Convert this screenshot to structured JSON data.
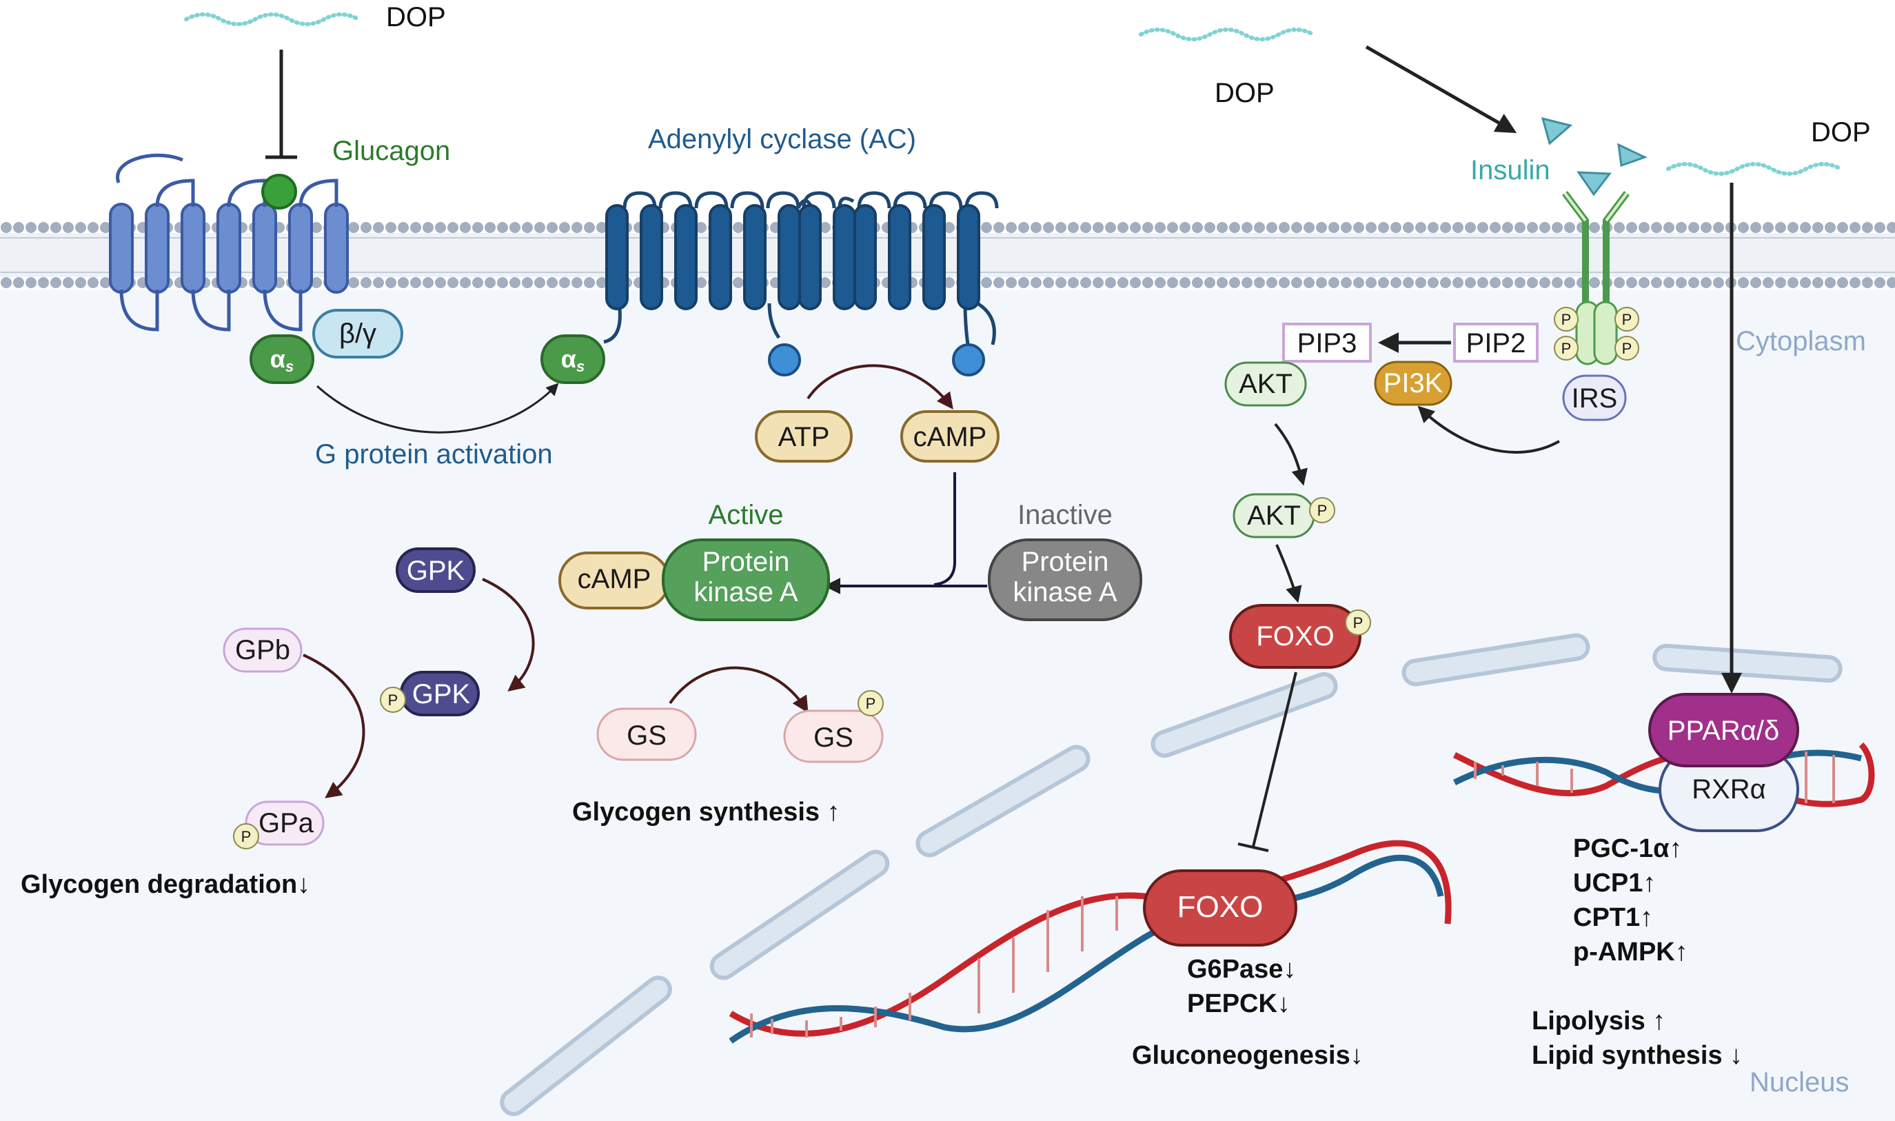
{
  "labels": {
    "dop_top_left": "DOP",
    "dop_top_mid": "DOP",
    "dop_top_right": "DOP",
    "glucagon": "Glucagon",
    "adenylyl_cyclase": "Adenylyl cyclase (AC)",
    "insulin": "Insulin",
    "cytoplasm": "Cytoplasm",
    "nucleus": "Nucleus",
    "g_protein_activation": "G protein activation",
    "active": "Active",
    "inactive": "Inactive",
    "beta_gamma": "β/γ",
    "alpha_s_symbol": "α",
    "alpha_s_sub": "s",
    "atp": "ATP",
    "camp": "cAMP",
    "camp_bound": "cAMP",
    "pka_line1": "Protein",
    "pka_line2": "kinase A",
    "gpk": "GPK",
    "gpb": "GPb",
    "gpa": "GPa",
    "gs": "GS",
    "p": "P",
    "pip3": "PIP3",
    "pip2": "PIP2",
    "akt": "AKT",
    "pi3k": "PI3K",
    "irs": "IRS",
    "foxo": "FOXO",
    "ppar": "PPARα/δ",
    "rxr": "RXRα"
  },
  "outcomes": {
    "glycogen_degradation": "Glycogen degradation↓",
    "glycogen_synthesis": "Glycogen synthesis ↑",
    "g6pase": "G6Pase↓",
    "pepck": "PEPCK↓",
    "gluconeogenesis": "Gluconeogenesis↓",
    "pgc1a": "PGC-1α↑",
    "ucp1": "UCP1↑",
    "cpt1": "CPT1↑",
    "pampk": "p-AMPK↑",
    "lipolysis": "Lipolysis ↑",
    "lipid_synthesis": "Lipid synthesis ↓"
  },
  "colors": {
    "cytoplasm_bg": "#f3f7fb",
    "membrane_head": "#a3aec0",
    "glucagon_receptor": "#6c8ed1",
    "adenylyl_cyclase": "#1d5a92",
    "alpha_s": "#4a9a4a",
    "beta_gamma": "#c8e6f2",
    "atp_camp": "#f3e1b6",
    "pka_active": "#55a05b",
    "pka_inactive": "#878787",
    "gpk": "#4f4b8f",
    "gs": "#fbe8e8",
    "foxo": "#c94444",
    "ppar": "#a0308a",
    "rxr": "#eef2f9",
    "pi3k": "#d8a032",
    "akt": "#e4f2df",
    "pip_border": "#c9a6d9",
    "dna_red": "#c9242b",
    "dna_blue": "#23638f",
    "chromatin": "#c5d7e8"
  }
}
